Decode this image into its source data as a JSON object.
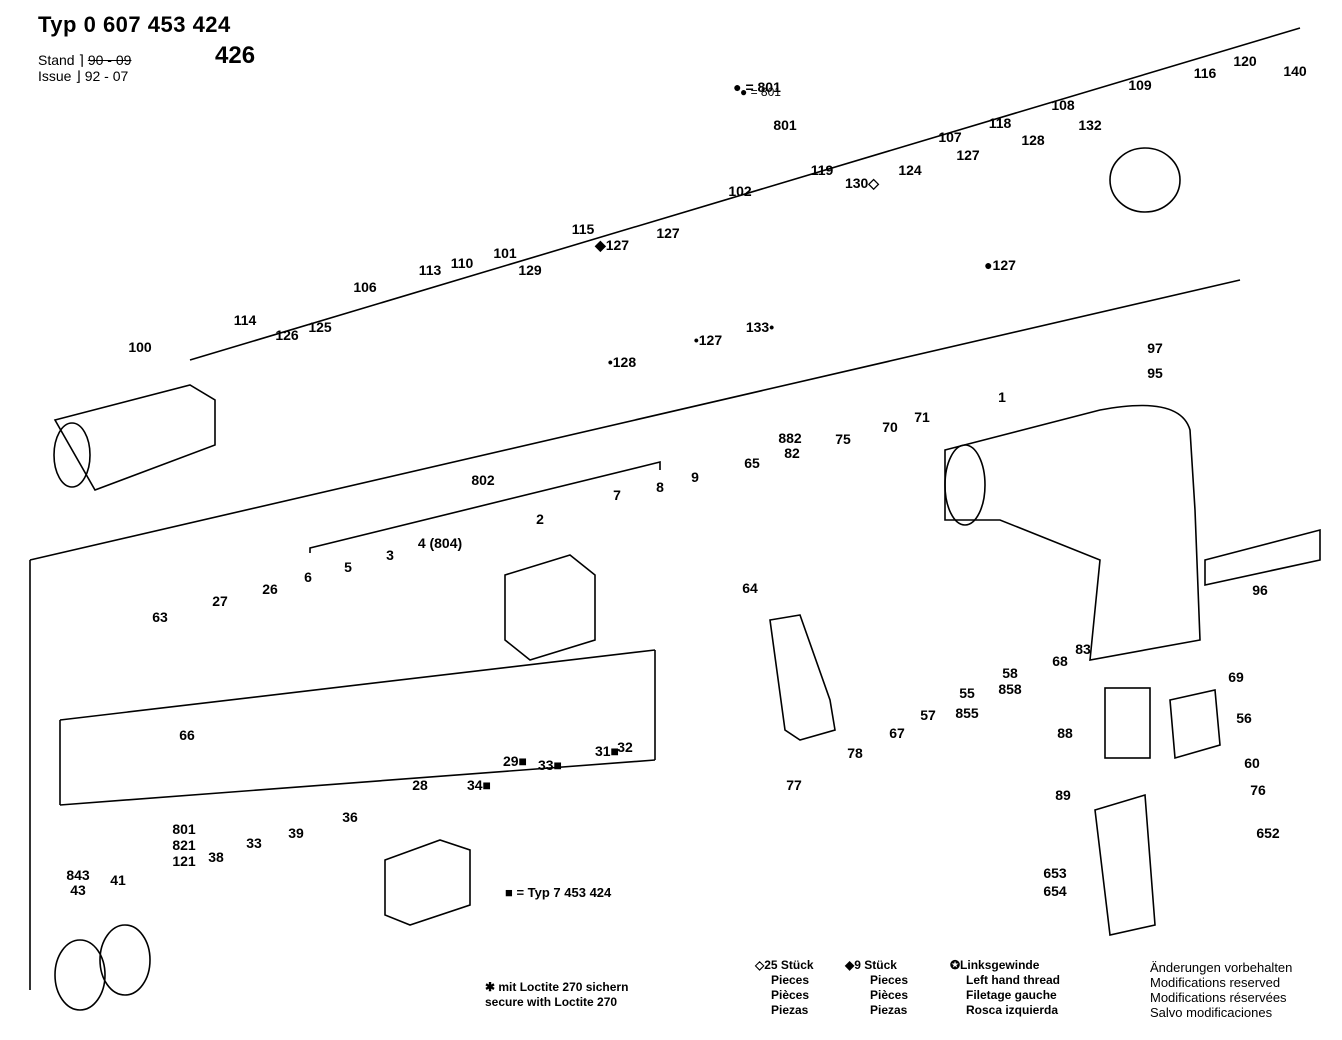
{
  "header": {
    "title": "Typ 0 607 453 424",
    "subtitle": "426",
    "stand_label": "Stand",
    "stand_value": "90 - 09",
    "issue_label": "Issue",
    "issue_value": "92 - 07"
  },
  "bullet_note": "● = 801",
  "typ_note": "■ = Typ  7 453 424",
  "loctite_note": {
    "line1": "✱ mit Loctite 270 sichern",
    "line2": "secure with Loctite 270"
  },
  "legend_25": {
    "head": "◇25 Stück",
    "lines": [
      "Pieces",
      "Pièces",
      "Piezas"
    ]
  },
  "legend_9": {
    "head": "◆9 Stück",
    "lines": [
      "Pieces",
      "Pièces",
      "Piezas"
    ]
  },
  "legend_left": {
    "head": "✪Linksgewinde",
    "lines": [
      "Left hand thread",
      "Filetage gauche",
      "Rosca izquierda"
    ]
  },
  "legend_mod": {
    "lines": [
      "Änderungen vorbehalten",
      "Modifications reserved",
      "Modifications réservées",
      "Salvo modificaciones"
    ]
  },
  "parts_top": [
    "100",
    "114",
    "126",
    "125",
    "106",
    "113",
    "110",
    "101",
    "129",
    "115",
    "◆127",
    "127",
    "102",
    "801",
    "119",
    "130◇",
    "124",
    "107",
    "127",
    "118",
    "128",
    "108",
    "132",
    "109",
    "116",
    "120",
    "140",
    "●127",
    "•127",
    "133•",
    "•128",
    "● = 801"
  ],
  "parts_mid": [
    "802",
    "2",
    "7",
    "8",
    "9",
    "65",
    "882",
    "82",
    "75",
    "70",
    "71",
    "1",
    "97",
    "95",
    "96",
    "6",
    "5",
    "3",
    "4 (804)",
    "63",
    "27",
    "26",
    "66",
    "64",
    "83",
    "58",
    "858",
    "68",
    "55",
    "855",
    "57",
    "67",
    "78",
    "77",
    "69",
    "56",
    "88",
    "60",
    "89",
    "76",
    "652",
    "653",
    "654"
  ],
  "parts_bottom": [
    "29■",
    "33■",
    "31■",
    "32",
    "28",
    "34■",
    "36",
    "39",
    "33",
    "38",
    "801",
    "821",
    "121",
    "41",
    "843",
    "43"
  ]
}
